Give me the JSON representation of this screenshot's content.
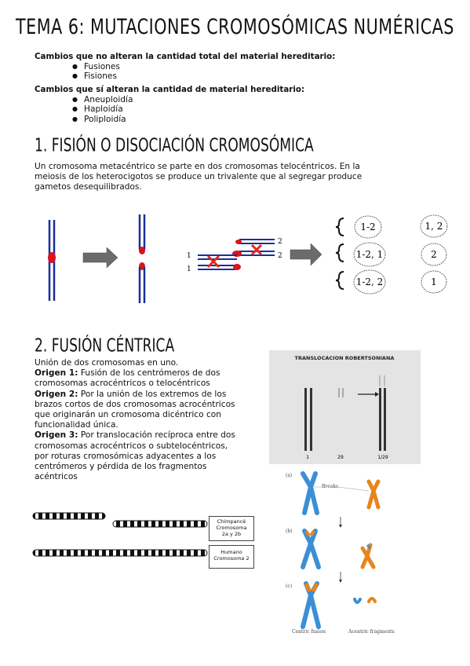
{
  "title": "TEMA 6: MUTACIONES CROMOSÓMICAS NUMÉRICAS",
  "intro": {
    "no_alter_heading": "Cambios que no alteran la cantidad total del material hereditario:",
    "no_alter_items": [
      "Fusiones",
      "Fisiones"
    ],
    "alter_heading": "Cambios que sí alteran la cantidad de material hereditario:",
    "alter_items": [
      "Aneuploidía",
      "Haploidía",
      "Poliploidía"
    ]
  },
  "section1": {
    "heading": "1.    FISIÓN O DISOCIACIÓN CROMOSÓMICA",
    "text": [
      "Un cromosoma metacéntrico se parte en dos cromosomas telocéntricos. En la",
      "meiosis de los heterocigotos se produce un trivalente que al segregar produce",
      "gametos desequilibrados."
    ],
    "diagram": {
      "left_labels": [
        "1",
        "1"
      ],
      "right_labels": [
        "2",
        "2"
      ],
      "gametes_left": [
        "1-2",
        "1-2, 1",
        "1-2, 2"
      ],
      "gametes_right": [
        "1, 2",
        "2",
        "1"
      ],
      "colors": {
        "chromosome": "#1a2f9a",
        "centromere": "#d9141b",
        "arrow": "#6b6b6b"
      }
    }
  },
  "section2": {
    "heading": "2.    FUSIÓN CÉNTRICA",
    "lines": [
      {
        "bold": "",
        "text": "Unión de dos cromosomas en uno."
      },
      {
        "bold": "Origen 1:",
        "text": " Fusión de los centrómeros de dos"
      },
      {
        "bold": "",
        "text": "cromosomas acrocéntricos o telocéntricos"
      },
      {
        "bold": "Origen 2:",
        "text": " Por la unión de los extremos de los"
      },
      {
        "bold": "",
        "text": "brazos cortos de dos cromosomas acrocéntricos"
      },
      {
        "bold": "",
        "text": "que originarán un cromosoma dicéntrico con"
      },
      {
        "bold": "",
        "text": "funcionalidad única."
      },
      {
        "bold": "Origen 3:",
        "text": "  Por translocación recíproca entre dos"
      },
      {
        "bold": "",
        "text": "cromosomas acrocéntricos o subtelocéntricos,"
      },
      {
        "bold": "",
        "text": "por roturas cromosómicas adyacentes a los"
      },
      {
        "bold": "",
        "text": "centrómeros y pérdida de los fragmentos"
      },
      {
        "bold": "",
        "text": "acéntricos"
      }
    ],
    "robertsonian": {
      "title": "TRANSLOCACION  ROBERTSONIANA",
      "labels": [
        "1",
        "29",
        "1/29"
      ]
    },
    "banding": {
      "box1": [
        "Chimpancé",
        "Cromosoma",
        "2a y 2b"
      ],
      "box2": [
        "Humano",
        "Cromosoma 2"
      ]
    },
    "panels": {
      "labels": [
        "(a)",
        "(b)",
        "(c)"
      ],
      "breaks": "Breaks",
      "centric_fusion": "Centric fusion",
      "acentric_fragments": "Acentric fragments",
      "colors": {
        "blue": "#3b8fd6",
        "orange": "#e8851c"
      }
    }
  }
}
